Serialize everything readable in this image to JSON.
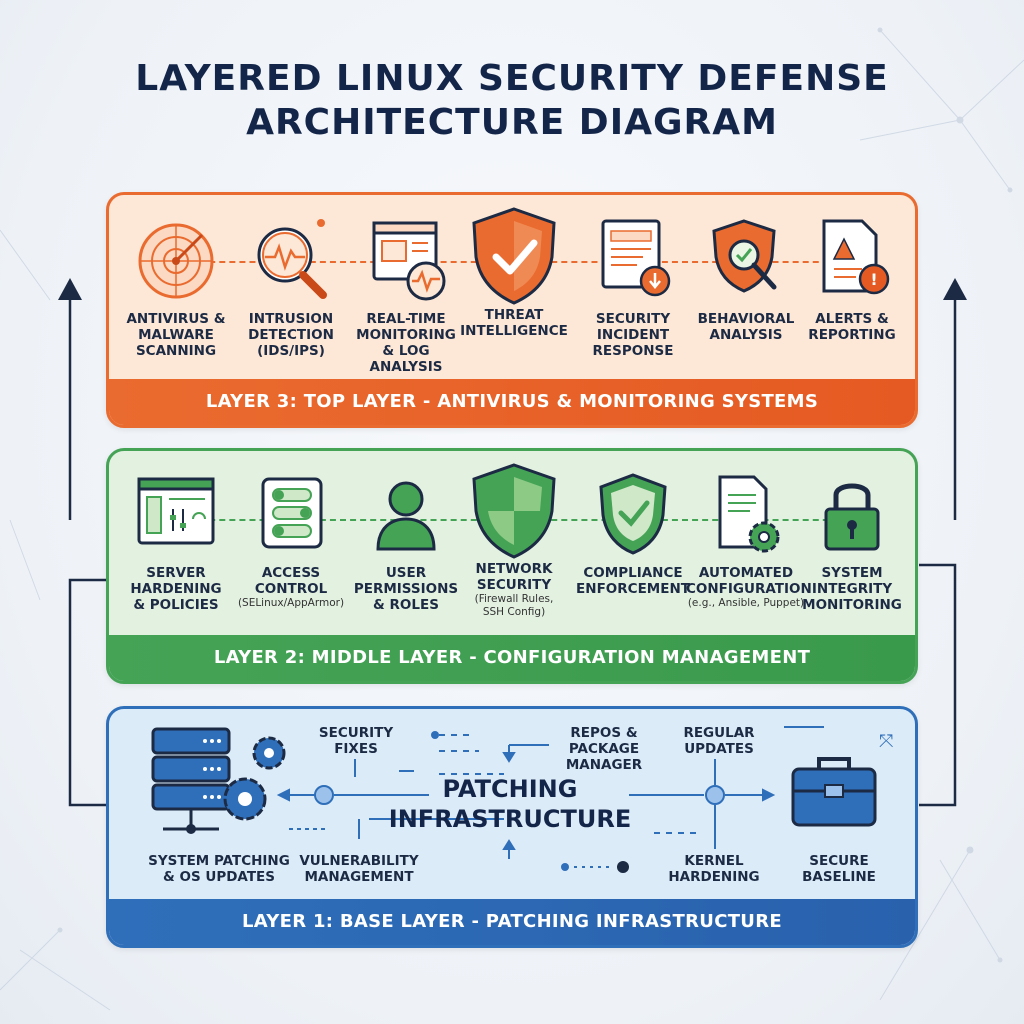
{
  "title": {
    "line1": "LAYERED LINUX SECURITY DEFENSE",
    "line2": "ARCHITECTURE DIAGRAM"
  },
  "layer3": {
    "banner": "LAYER 3: TOP LAYER - ANTIVIRUS & MONITORING SYSTEMS",
    "color": "#ea6b2f",
    "items": [
      {
        "label": "ANTIVIRUS &\nMALWARE\nSCANNING",
        "icon": "radar-icon"
      },
      {
        "label": "INTRUSION\nDETECTION\n(IDS/IPS)",
        "icon": "magnifier-pulse-icon"
      },
      {
        "label": "REAL-TIME\nMONITORING\n& LOG ANALYSIS",
        "icon": "monitor-window-icon"
      },
      {
        "label": "THREAT\nINTELLIGENCE",
        "icon": "shield-check-icon"
      },
      {
        "label": "SECURITY\nINCIDENT\nRESPONSE",
        "icon": "document-alert-icon"
      },
      {
        "label": "BEHAVIORAL\nANALYSIS",
        "icon": "shield-magnifier-icon"
      },
      {
        "label": "ALERTS &\nREPORTING",
        "icon": "document-warning-icon"
      }
    ]
  },
  "layer2": {
    "banner": "LAYER 2: MIDDLE LAYER - CONFIGURATION MANAGEMENT",
    "color": "#45a356",
    "items": [
      {
        "label": "SERVER\nHARDENING\n& POLICIES",
        "sub": "",
        "icon": "server-settings-icon"
      },
      {
        "label": "ACCESS\nCONTROL",
        "sub": "(SELinux/AppArmor)",
        "icon": "toggle-panel-icon"
      },
      {
        "label": "USER\nPERMISSIONS\n& ROLES",
        "sub": "",
        "icon": "user-icon"
      },
      {
        "label": "NETWORK\nSECURITY",
        "sub": "(Firewall Rules,\nSSH Config)",
        "icon": "shield-split-icon"
      },
      {
        "label": "COMPLIANCE\nENFORCEMENT",
        "sub": "",
        "icon": "shield-check-icon"
      },
      {
        "label": "AUTOMATED\nCONFIGURATION",
        "sub": "(e.g., Ansible, Puppet)",
        "icon": "document-gear-icon"
      },
      {
        "label": "SYSTEM\nINTEGRITY\nMONITORING",
        "sub": "",
        "icon": "padlock-icon"
      }
    ]
  },
  "layer1": {
    "banner": "LAYER 1: BASE LAYER - PATCHING INFRASTRUCTURE",
    "color": "#2f6fba",
    "center": "PATCHING\nINFRASTRUCTURE",
    "labels": {
      "system_patching": "SYSTEM PATCHING\n& OS UPDATES",
      "security_fixes": "SECURITY\nFIXES",
      "repos": "REPOS &\nPACKAGE\nMANAGER",
      "regular_updates": "REGULAR\nUPDATES",
      "vulnerability": "VULNERABILITY\nMANAGEMENT",
      "kernel": "KERNEL\nHARDENING",
      "secure_baseline": "SECURE\nBASELINE"
    }
  }
}
